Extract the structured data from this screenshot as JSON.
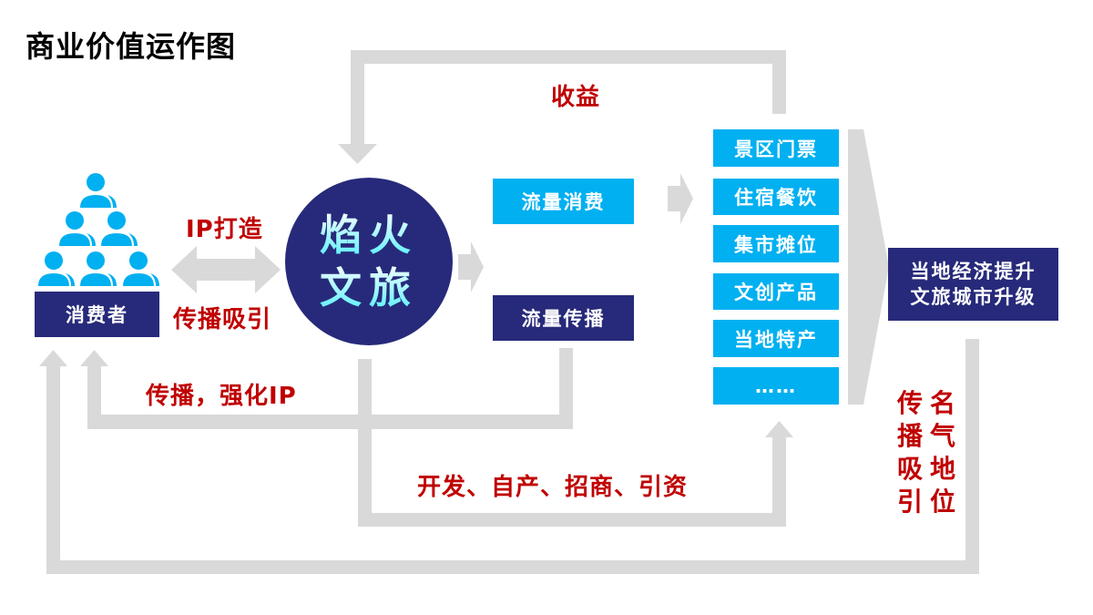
{
  "title": "商业价值运作图",
  "consumer": {
    "label": "消费者",
    "icon": "people-group-icon"
  },
  "core": {
    "line1": "焰火",
    "line2": "文旅"
  },
  "labels": {
    "revenue": "收益",
    "ip_build": "IP打造",
    "spread_attract": "传播吸引",
    "spread_ip": "传播，强化IP",
    "develop": "开发、自产、招商、引资"
  },
  "flow": {
    "consume": "流量消费",
    "spread": "流量传播"
  },
  "products": [
    "景区门票",
    "住宿餐饮",
    "集市摊位",
    "文创产品",
    "当地特产",
    "……"
  ],
  "outcome": {
    "line1": "当地经济提升",
    "line2": "文旅城市升级"
  },
  "fame": [
    "传名",
    "播气",
    "吸地",
    "引位"
  ],
  "colors": {
    "navy": "#272a7a",
    "cyan": "#00b0f0",
    "red": "#c00000",
    "gray": "#d9d9d9"
  }
}
